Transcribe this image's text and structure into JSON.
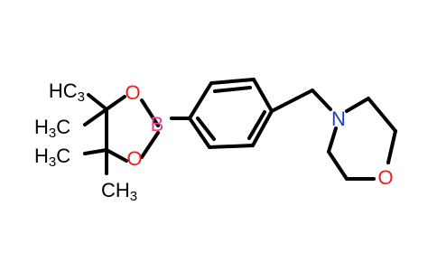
{
  "molecule": {
    "atoms": {
      "boron": "B",
      "oxygen_upper": "O",
      "oxygen_lower": "O",
      "nitrogen": "N",
      "oxygen_ring": "O",
      "methyl_top": {
        "h": "H",
        "c": "C",
        "n": "3"
      },
      "methyl_left_upper": {
        "h": "H",
        "n": "3",
        "c": "C"
      },
      "methyl_left_lower": {
        "h": "H",
        "n": "3",
        "c": "C"
      },
      "methyl_bottom": {
        "c": "C",
        "h": "H",
        "n": "3"
      }
    },
    "colors": {
      "bond": "#000000",
      "boron": "#ef3f94",
      "oxygen": "#ef1e1e",
      "nitrogen": "#1c3bd6",
      "carbon_label": "#000000"
    }
  }
}
